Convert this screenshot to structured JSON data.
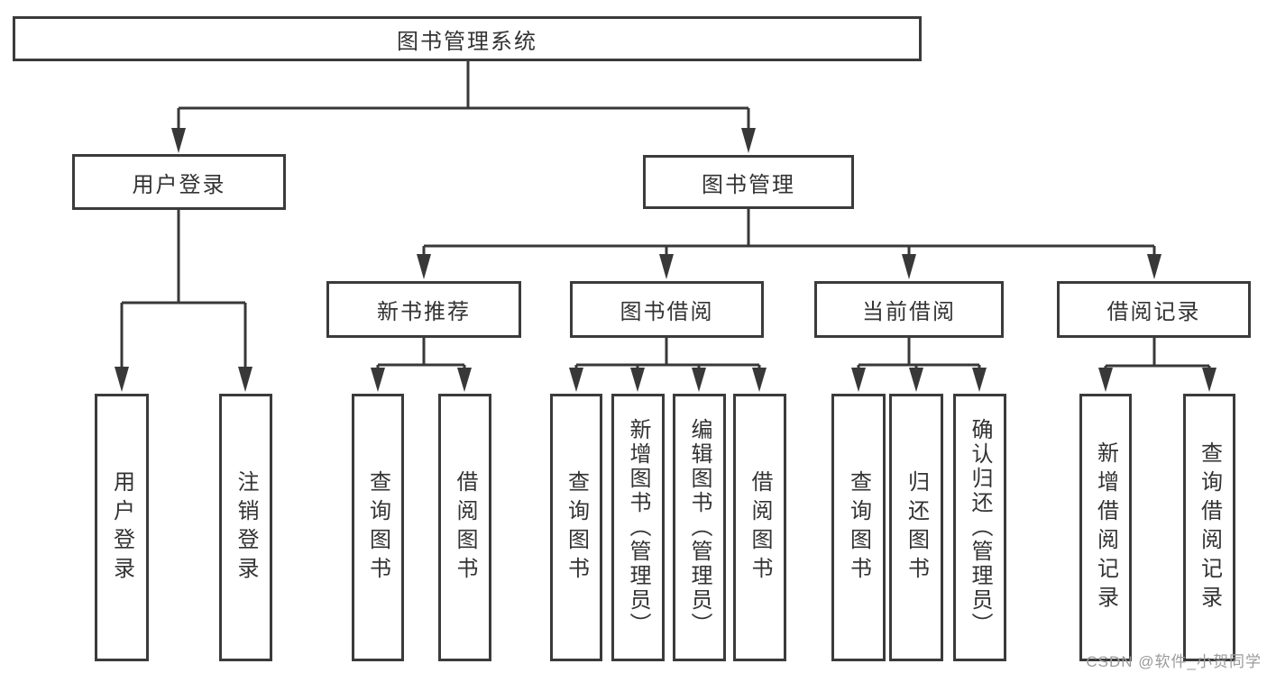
{
  "diagram": {
    "type": "hierarchy-tree",
    "title": "图书管理系统",
    "nodes": {
      "root": "图书管理系统",
      "l2": {
        "user_login": "用户登录",
        "book_mgmt": "图书管理"
      },
      "l3": {
        "new_books": "新书推荐",
        "book_borrow": "图书借阅",
        "current_borrow": "当前借阅",
        "borrow_records": "借阅记录"
      },
      "leaves": {
        "user_login": "用户登录",
        "logout": "注销登录",
        "nb_query": "查询图书",
        "nb_borrow": "借阅图书",
        "bb_query": "查询图书",
        "bb_add": "新增图书（管理员）",
        "bb_edit": "编辑图书（管理员）",
        "bb_borrow": "借阅图书",
        "cb_query": "查询图书",
        "cb_return": "归还图书",
        "cb_confirm": "确认归还（管理员）",
        "br_add": "新增借阅记录",
        "br_query": "查询借阅记录"
      }
    },
    "colors": {
      "line": "#383838",
      "border": "#3b3b3b",
      "text": "#333333",
      "watermark": "#9b9b9b",
      "background": "#ffffff"
    },
    "watermark": "CSDN @软件_小贺同学"
  }
}
